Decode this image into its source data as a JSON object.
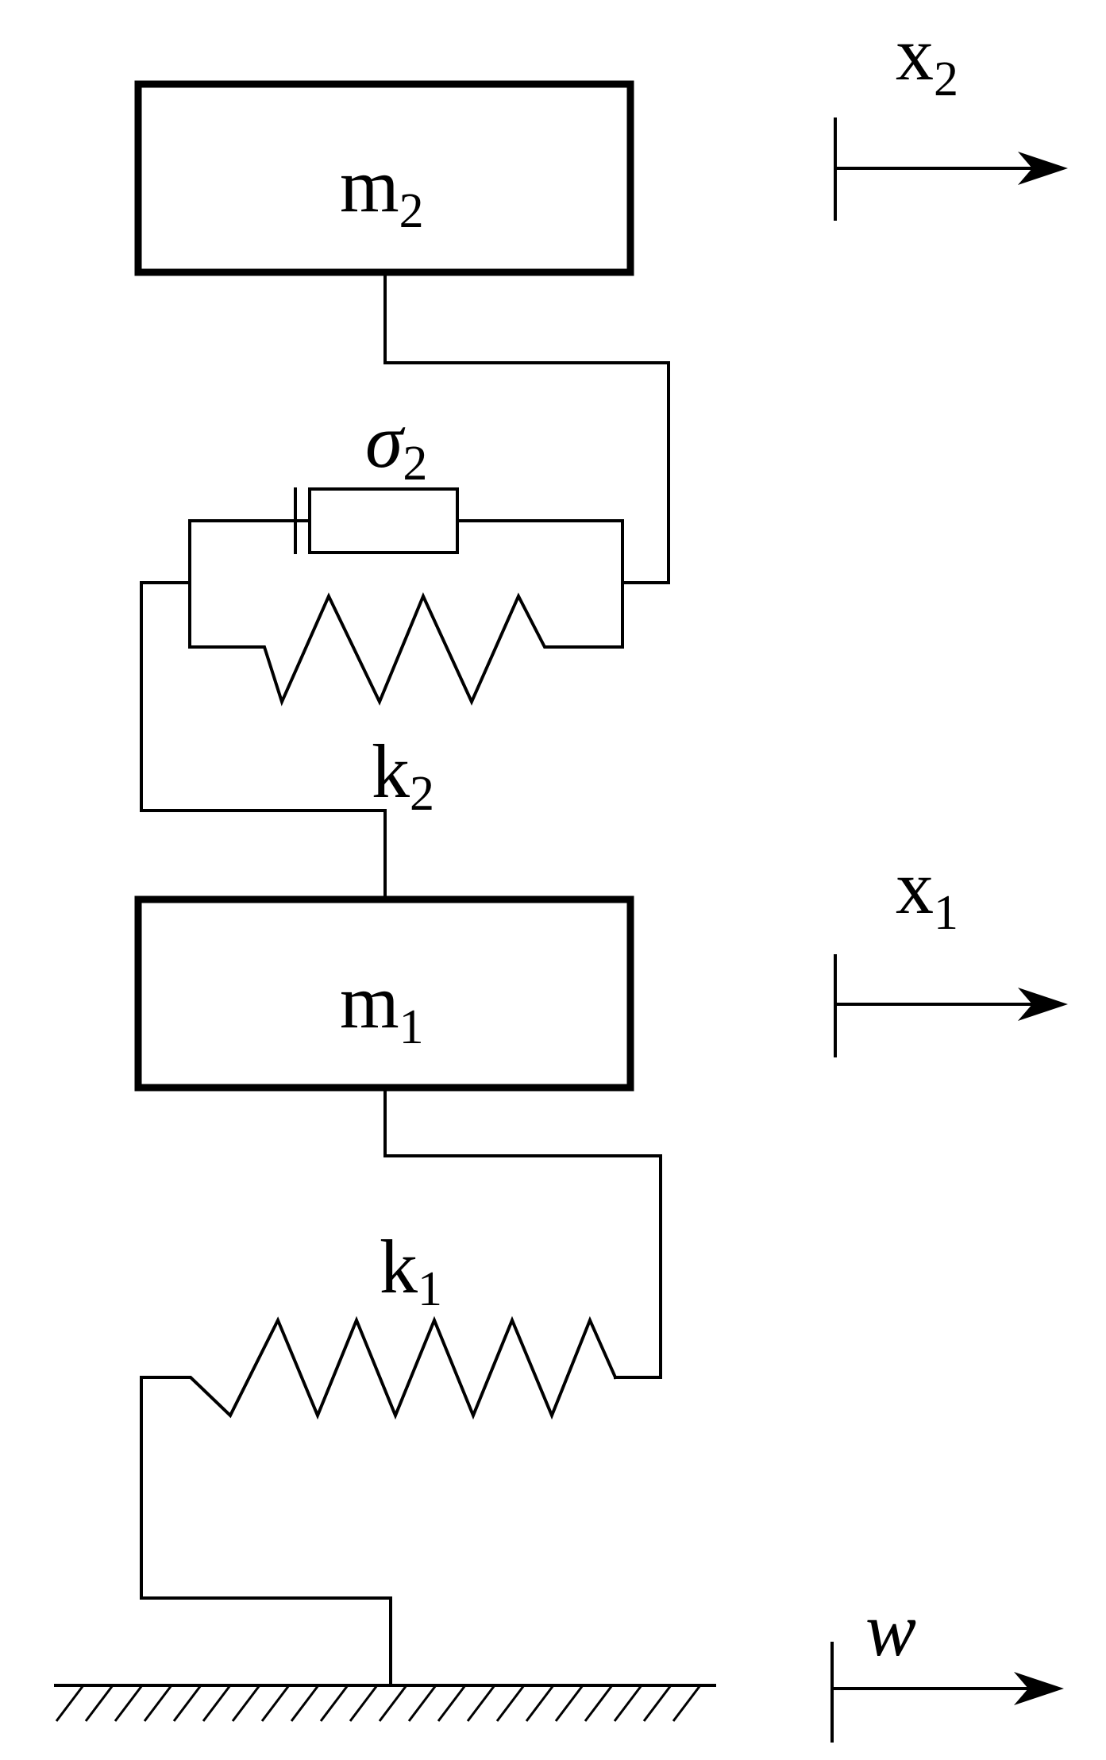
{
  "labels": {
    "m2": {
      "main": "m",
      "sub": "2"
    },
    "m1": {
      "main": "m",
      "sub": "1"
    },
    "sigma2": {
      "main": "σ",
      "sub": "2"
    },
    "k2": {
      "main": "k",
      "sub": "2"
    },
    "k1": {
      "main": "k",
      "sub": "1"
    },
    "x2": {
      "main": "x",
      "sub": "2"
    },
    "x1": {
      "main": "x",
      "sub": "1"
    },
    "w": {
      "main": "w"
    }
  }
}
